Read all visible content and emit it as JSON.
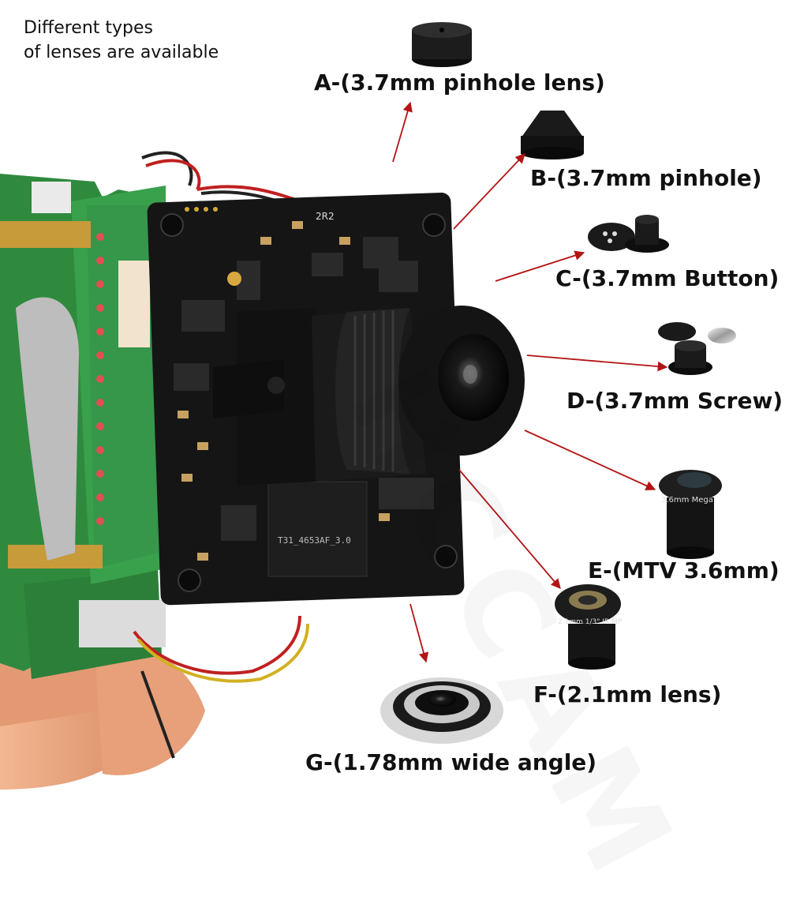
{
  "intro": {
    "line1": "Different types",
    "line2": "of lenses are available"
  },
  "watermark": "HCCAM",
  "board": {
    "chip_marking": "T31_4653AF_3.0",
    "inductor_marking": "2R2"
  },
  "lenses": [
    {
      "id": "A",
      "label": "A-(3.7mm pinhole lens)",
      "icon": "flat-pinhole-lens-icon"
    },
    {
      "id": "B",
      "label": "B-(3.7mm pinhole)",
      "icon": "cone-pinhole-lens-icon"
    },
    {
      "id": "C",
      "label": "C-(3.7mm Button)",
      "icon": "button-lens-icon"
    },
    {
      "id": "D",
      "label": "D-(3.7mm Screw)",
      "icon": "screw-lens-icon"
    },
    {
      "id": "E",
      "label": "E-(MTV 3.6mm)",
      "icon": "mtv-lens-icon",
      "print": "3.6mm Mega"
    },
    {
      "id": "F",
      "label": "F-(2.1mm lens)",
      "icon": "m12-lens-icon",
      "print": "2.1mm 1/3\" IR MP"
    },
    {
      "id": "G",
      "label": "G-(1.78mm wide angle)",
      "icon": "fisheye-lens-icon"
    }
  ],
  "colors": {
    "arrow": "#b31414",
    "pcb": "#151515",
    "green_pcb": "#2f8a3e",
    "skin": "#e8a27c"
  }
}
